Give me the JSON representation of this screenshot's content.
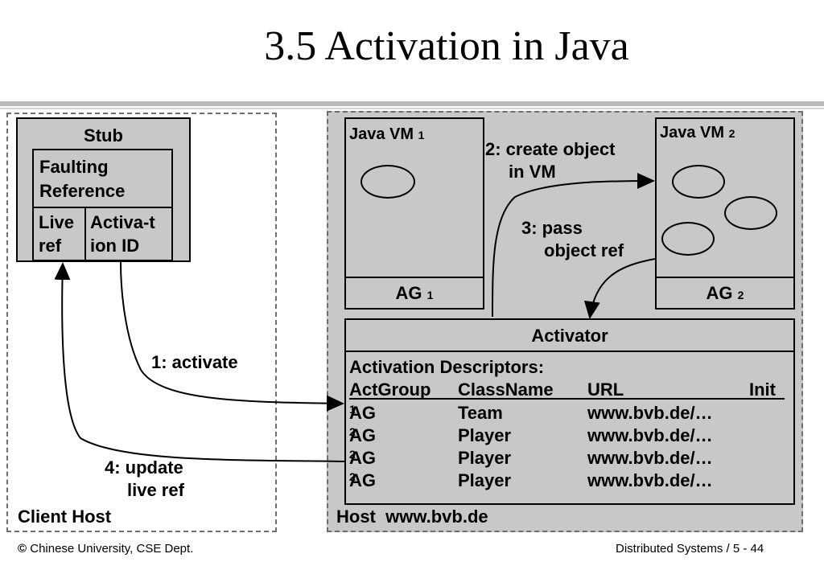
{
  "title": "3.5 Activation in Java",
  "client": {
    "host_label": "Client Host",
    "stub_label": "Stub",
    "faulting_reference_label": "Faulting Reference",
    "live_ref_label": "Live ref",
    "activation_id_label": "Activa-tion ID"
  },
  "server": {
    "host_label": "Host  www.bvb.de",
    "vm1": {
      "label": "Java VM",
      "sub": "1",
      "ag_label": "AG",
      "ag_sub": "1"
    },
    "vm2": {
      "label": "Java VM",
      "sub": "2",
      "ag_label": "AG",
      "ag_sub": "2"
    },
    "activator": {
      "title": "Activator",
      "descriptors_label": "Activation Descriptors:",
      "columns": [
        "ActGroup",
        "ClassName",
        "URL",
        "Init"
      ],
      "rows": [
        {
          "group": "AG",
          "group_sub": "1",
          "class": "Team",
          "url": "www.bvb.de/…"
        },
        {
          "group": "AG",
          "group_sub": "2",
          "class": "Player",
          "url": "www.bvb.de/…"
        },
        {
          "group": "AG",
          "group_sub": "2",
          "class": "Player",
          "url": "www.bvb.de/…"
        },
        {
          "group": "AG",
          "group_sub": "2",
          "class": "Player",
          "url": "www.bvb.de/…"
        }
      ]
    }
  },
  "steps": {
    "activate": "1: activate",
    "create_object_line1": "2: create object",
    "create_object_line2": "in VM",
    "pass_ref_line1": "3: pass",
    "pass_ref_line2": "object ref",
    "update_line1": "4: update",
    "update_line2": "live ref"
  },
  "footer": {
    "copyright_symbol": "©",
    "left": "Chinese University, CSE Dept.",
    "right": "Distributed Systems / 5 - 44"
  }
}
